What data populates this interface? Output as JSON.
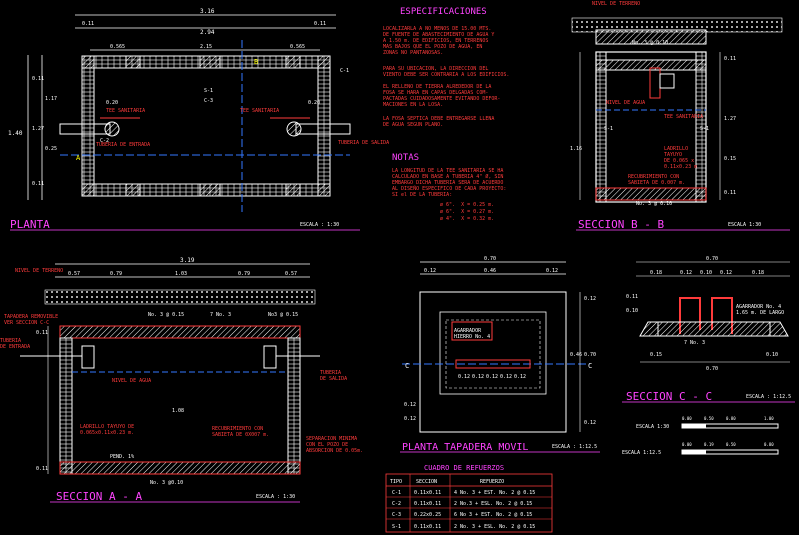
{
  "colors": {
    "background": "#000000",
    "white": "#ffffff",
    "red": "#ff3b3b",
    "magenta": "#ff44ff",
    "yellow": "#ffff00",
    "green": "#00e000",
    "blue": "#3377ff",
    "cyan": "#55aaff"
  },
  "planta": {
    "title": "PLANTA",
    "scale": "ESCALA : 1:30",
    "dims_top": [
      "3.16",
      "0.11",
      "2.94",
      "0.11",
      "0.565",
      "2.15",
      "0.565"
    ],
    "dims_left": [
      "1.40",
      "0.11",
      "1.27",
      "1.17",
      "0.25",
      "0.11"
    ],
    "labels": {
      "tee_left": "TEE SANITARIA",
      "tee_right": "TEE SANITARIA",
      "pipe_in": "TUBERIA DE ENTRADA",
      "pipe_out": "TUBERIA DE SALIDA",
      "c1": "C-1",
      "c2": "C-2",
      "c3": "C-3",
      "s1": "S-1",
      "dim_020_a": "0.20",
      "dim_020_b": "0.20",
      "sec_a": "A",
      "sec_b": "B"
    }
  },
  "especificaciones": {
    "title": "ESPECIFICACIONES",
    "paragraphs": [
      [
        "LOCALIZARLA A NO MENOS DE 15.00 MTS.",
        "DE FUENTE DE ABASTECIMIENTO DE AGUA Y",
        "A 1.50 m. DE EDIFICIOS, EN TERRENOS",
        "MAS BAJOS QUE EL POZO DE AGUA, EN",
        "ZONAS NO PANTANOSAS."
      ],
      [
        "PARA SU UBICACION, LA DIRECCION DEL",
        "VIENTO DEBE SER CONTRARIA A LOS EDIFICIOS."
      ],
      [
        "EL RELLENO DE TIERRA ALREDEDOR DE LA",
        "FOSA SE HARA EN CAPAS DELGADAS COM-",
        "PACTADAS CUIDADOSAMENTE EVITANDO DEFOR-",
        "MACIONES EN LA LOSA."
      ],
      [
        "LA FOSA SEPTICA DEBE ENTREGARSE LLENA",
        "DE AGUA SEGUN PLANO."
      ]
    ]
  },
  "notas": {
    "title": "NOTAS",
    "lines": [
      "LA LONGITUD DE LA TEE SANITARIA SE HA",
      "CALCULADO EN BASE A TUBERIA 4\" Ø, SIN",
      "EMBARGO DICHA TUBERIA SERA DE ACUERDO",
      "AL DISEÑO ESPECIFICO DE CADA PROYECTO:",
      "SI el DE LA TUBERIA:"
    ],
    "values": [
      {
        "d": "ø 6\".",
        "x": "X = 0.25 m."
      },
      {
        "d": "ø 6\".",
        "x": "X = 0.27 m."
      },
      {
        "d": "ø 4\".",
        "x": "X = 0.32 m."
      }
    ]
  },
  "seccion_bb": {
    "title": "SECCION  B  -  B",
    "scale": "ESCALA 1:30",
    "labels": {
      "nivel_terreno": "NIVEL DE TERRENO",
      "rebar": "No. 3 @ 0.10",
      "nivel_agua": "NIVEL DE AGUA",
      "tee": "TEE SANITARIA",
      "ladrillo": [
        "LADRILLO",
        "TAYUYO",
        "DE 0.065 x",
        "0.11x0.23 m"
      ],
      "recubrimiento": [
        "RECUBRIMIENTO CON",
        "SABIETA DE 0.007 m."
      ],
      "rebar_bottom": "No. 3 @ 0.10",
      "s1a": "S-1",
      "s1b": "S-1",
      "dims": [
        "0.11",
        "1.16",
        "0.11",
        "1.27",
        "0.15"
      ]
    }
  },
  "seccion_aa": {
    "title": "SECCION  A  -  A",
    "scale": "ESCALA : 1:30",
    "dims_top": [
      "3.19",
      "0.57",
      "0.79",
      "1.03",
      "0.79",
      "0.57"
    ],
    "labels": {
      "nivel_terreno": "NIVEL DE TERRENO",
      "tapadera": [
        "TAPADERA REMOVIBLE",
        "VER SECCION C-C"
      ],
      "rebar_left": "No. 3 @ 0.15",
      "rebar_mid": "7 No. 3",
      "rebar_right": "No3 @ 0.15",
      "tuberia_entrada": [
        "TUBERIA",
        "DE ENTRADA"
      ],
      "tuberia_salida": [
        "TUBERIA",
        "DE SALIDA"
      ],
      "nivel_agua": "NIVEL DE AGUA",
      "ladrillo": [
        "LADRILLO TAYUYO DE",
        "0.065x0.11x0.23 m."
      ],
      "recubrimiento": [
        "RECUBRIMIENTO CON",
        "SABIETA DE 0X007 m."
      ],
      "pend": "PEND. 1%",
      "rebar_bottom": "No. 3 @0.10",
      "separacion": [
        "SEPARACION MINIMA",
        "CON EL POZO DE",
        "ABSORCION DE 0.05m."
      ],
      "dims_left": [
        "0.11",
        "1.08",
        "0.11"
      ]
    }
  },
  "tapadera": {
    "title": "PLANTA TAPADERA MOVIL",
    "scale": "ESCALA : 1:12.5",
    "dims_top": [
      "0.70",
      "0.12",
      "0.46",
      "0.12"
    ],
    "labels": {
      "agarradero": [
        "AGARRADOR",
        "HIERRO No. 4"
      ],
      "sec_c": "C",
      "dims_in": [
        "0.12",
        "0.12",
        "0.12",
        "0.12",
        "0.12"
      ],
      "dims_right": [
        "0.70",
        "0.12",
        "0.46",
        "0.12"
      ],
      "dims_left": [
        "0.12",
        "0.12"
      ]
    }
  },
  "seccion_cc": {
    "title": "SECCION  C  -  C",
    "scale": "ESCALA : 1:12.5",
    "labels": {
      "agarradero": [
        "AGARRADOR No. 4",
        "1.65 m. DE LARGO"
      ],
      "rebar": "7 No. 3",
      "dims_top": [
        "0.70",
        "0.18",
        "0.12",
        "0.10",
        "0.12",
        "0.18"
      ],
      "dims_side": [
        "0.11",
        "0.10",
        "0.15",
        "0.10"
      ],
      "dims_bottom": "0.70"
    }
  },
  "escalas": [
    {
      "label": "ESCALA 1:30",
      "ticks": [
        "0.00",
        "0.50",
        "0.80",
        "1.00"
      ]
    },
    {
      "label": "ESCALA 1:12.5",
      "ticks": [
        "0.00",
        "0.19",
        "0.50",
        "0.80"
      ]
    }
  ],
  "cuadro": {
    "title": "CUADRO DE REFUERZOS",
    "headers": [
      "TIPO",
      "SECCION",
      "REFUERZO"
    ],
    "rows": [
      [
        "C-1",
        "0.11x0.11",
        "4 No. 3 + EST. No. 2 @ 0.15"
      ],
      [
        "C-2",
        "0.11x0.11",
        "2 No.3 + ESL. No. 2 @ 0.15"
      ],
      [
        "C-3",
        "0.22x0.25",
        "6 No 3 + EST. No. 2 @ 0.15"
      ],
      [
        "S-1",
        "0.11x0.11",
        "2 No. 3 + ESL. No. 2 @ 0.15"
      ]
    ]
  }
}
